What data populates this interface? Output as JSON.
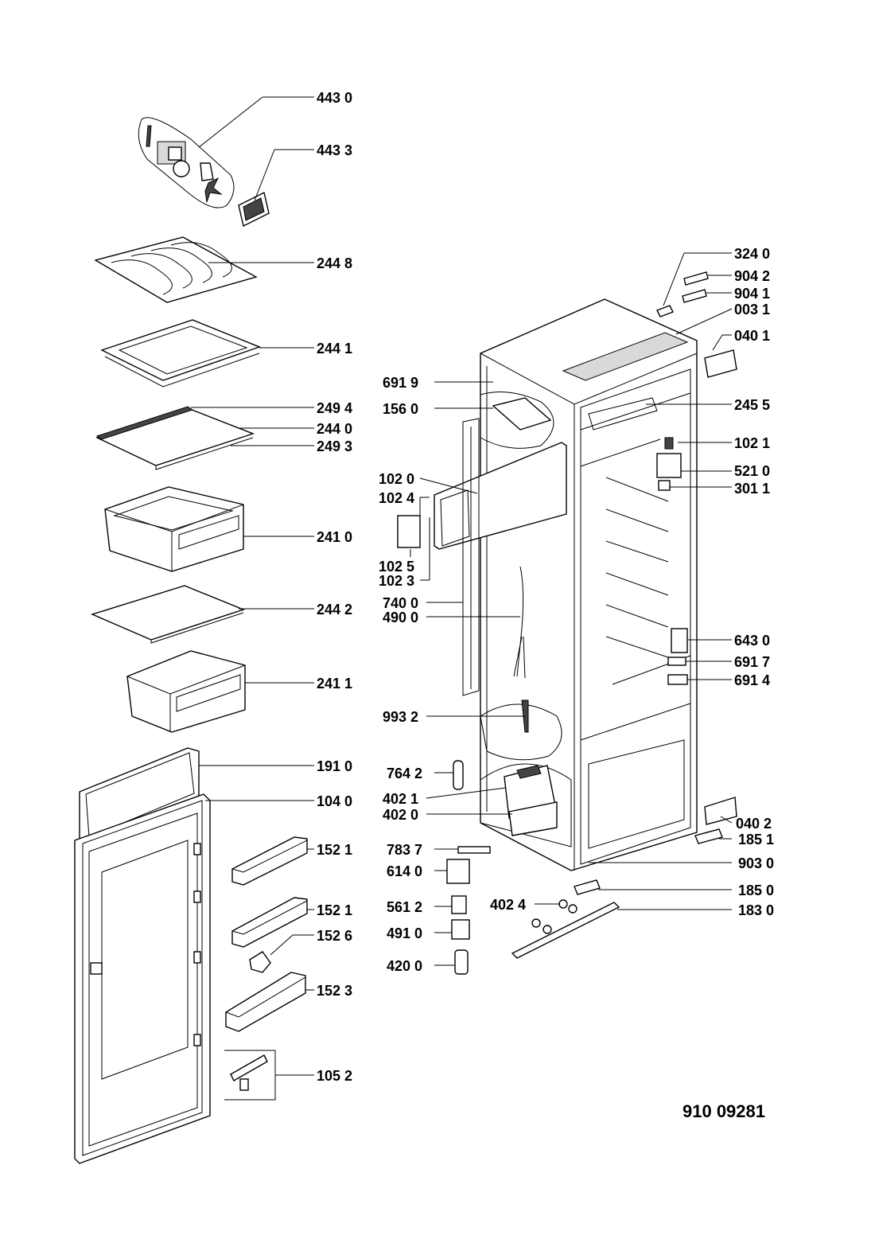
{
  "diagram": {
    "reference_number": "910 09281",
    "callouts": [
      {
        "id": "c4430",
        "text": "443 0"
      },
      {
        "id": "c4433",
        "text": "443 3"
      },
      {
        "id": "c2448",
        "text": "244 8"
      },
      {
        "id": "c2441",
        "text": "244 1"
      },
      {
        "id": "c2494",
        "text": "249 4"
      },
      {
        "id": "c2440",
        "text": "244 0"
      },
      {
        "id": "c2493",
        "text": "249 3"
      },
      {
        "id": "c2410",
        "text": "241 0"
      },
      {
        "id": "c2442",
        "text": "244 2"
      },
      {
        "id": "c2411",
        "text": "241 1"
      },
      {
        "id": "c1910",
        "text": "191 0"
      },
      {
        "id": "c1040",
        "text": "104 0"
      },
      {
        "id": "c1521a",
        "text": "152 1"
      },
      {
        "id": "c1521b",
        "text": "152 1"
      },
      {
        "id": "c1526",
        "text": "152 6"
      },
      {
        "id": "c1523",
        "text": "152 3"
      },
      {
        "id": "c1052",
        "text": "105 2"
      },
      {
        "id": "c3240",
        "text": "324 0"
      },
      {
        "id": "c9042",
        "text": "904 2"
      },
      {
        "id": "c9041",
        "text": "904 1"
      },
      {
        "id": "c0031",
        "text": "003 1"
      },
      {
        "id": "c0401",
        "text": "040 1"
      },
      {
        "id": "c6919",
        "text": "691 9"
      },
      {
        "id": "c1560",
        "text": "156 0"
      },
      {
        "id": "c2455",
        "text": "245 5"
      },
      {
        "id": "c1021",
        "text": "102 1"
      },
      {
        "id": "c5210",
        "text": "521 0"
      },
      {
        "id": "c3011",
        "text": "301 1"
      },
      {
        "id": "c1020",
        "text": "102 0"
      },
      {
        "id": "c1024",
        "text": "102 4"
      },
      {
        "id": "c1025",
        "text": "102 5"
      },
      {
        "id": "c1023",
        "text": "102 3"
      },
      {
        "id": "c7400",
        "text": "740 0"
      },
      {
        "id": "c4900",
        "text": "490 0"
      },
      {
        "id": "c6430",
        "text": "643 0"
      },
      {
        "id": "c6917",
        "text": "691 7"
      },
      {
        "id": "c6914",
        "text": "691 4"
      },
      {
        "id": "c9932",
        "text": "993 2"
      },
      {
        "id": "c7642",
        "text": "764 2"
      },
      {
        "id": "c4021",
        "text": "402 1"
      },
      {
        "id": "c4020",
        "text": "402 0"
      },
      {
        "id": "c0402",
        "text": "040 2"
      },
      {
        "id": "c1851",
        "text": "185 1"
      },
      {
        "id": "c7837",
        "text": "783 7"
      },
      {
        "id": "c9030",
        "text": "903 0"
      },
      {
        "id": "c6140",
        "text": "614 0"
      },
      {
        "id": "c1850",
        "text": "185 0"
      },
      {
        "id": "c5612",
        "text": "561 2"
      },
      {
        "id": "c4024",
        "text": "402 4"
      },
      {
        "id": "c1830",
        "text": "183 0"
      },
      {
        "id": "c4910",
        "text": "491 0"
      },
      {
        "id": "c4200",
        "text": "420 0"
      }
    ]
  }
}
